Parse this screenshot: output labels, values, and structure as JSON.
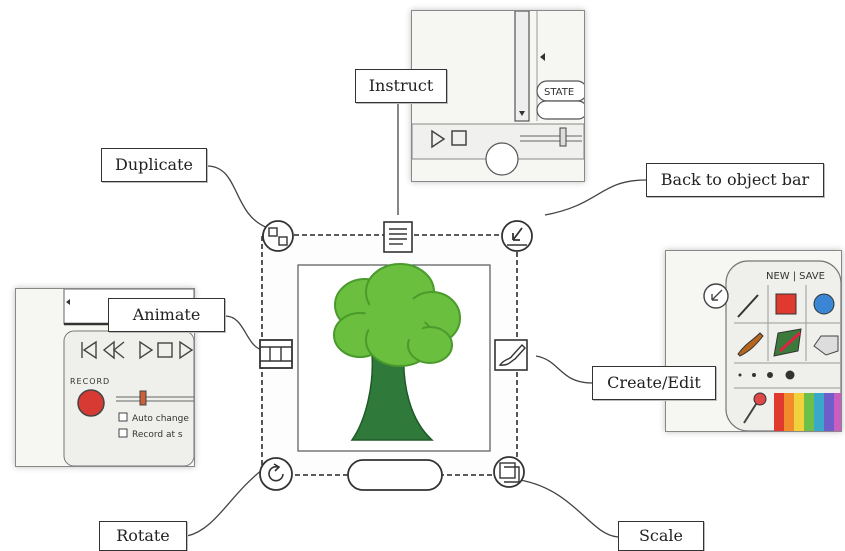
{
  "labels": {
    "instruct": "Instruct",
    "duplicate": "Duplicate",
    "back_to_object_bar": "Back to object bar",
    "animate": "Animate",
    "create_edit": "Create/Edit",
    "rotate": "Rotate",
    "scale": "Scale"
  },
  "instruct_inset": {
    "state_label": "STATE"
  },
  "animate_inset": {
    "record_label": "RECORD",
    "option1": "Auto change",
    "option2": "Record at s"
  },
  "paint_inset": {
    "new_label": "NEW",
    "save_label": "SAVE",
    "separator": "|",
    "swatch_red": "#e03a2f",
    "swatch_blue": "#3a86d4"
  },
  "colors": {
    "tree_leaves": "#6bbf3f",
    "tree_trunk": "#2f7a3a",
    "ink": "#333333"
  }
}
